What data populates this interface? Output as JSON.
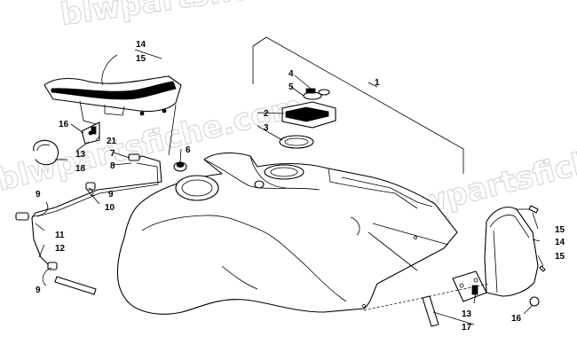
{
  "watermark": {
    "text": "blwpartsfiche.com",
    "color": "#d8d8d8"
  },
  "callouts": [
    {
      "id": "c-1",
      "label": "1"
    },
    {
      "id": "c-2",
      "label": "2"
    },
    {
      "id": "c-3",
      "label": "3"
    },
    {
      "id": "c-4",
      "label": "4"
    },
    {
      "id": "c-5",
      "label": "5"
    },
    {
      "id": "c-6",
      "label": "6"
    },
    {
      "id": "c-7",
      "label": "7"
    },
    {
      "id": "c-8",
      "label": "8"
    },
    {
      "id": "c-9a",
      "label": "9"
    },
    {
      "id": "c-9b",
      "label": "9"
    },
    {
      "id": "c-9c",
      "label": "9"
    },
    {
      "id": "c-10",
      "label": "10"
    },
    {
      "id": "c-11",
      "label": "11"
    },
    {
      "id": "c-12",
      "label": "12"
    },
    {
      "id": "c-13a",
      "label": "13"
    },
    {
      "id": "c-13b",
      "label": "13"
    },
    {
      "id": "c-14a",
      "label": "14"
    },
    {
      "id": "c-14b",
      "label": "14"
    },
    {
      "id": "c-15a",
      "label": "15"
    },
    {
      "id": "c-15b",
      "label": "15"
    },
    {
      "id": "c-15c",
      "label": "15"
    },
    {
      "id": "c-16a",
      "label": "16"
    },
    {
      "id": "c-16b",
      "label": "16"
    },
    {
      "id": "c-17",
      "label": "17"
    },
    {
      "id": "c-18",
      "label": "18"
    },
    {
      "id": "c-21",
      "label": "21"
    }
  ]
}
